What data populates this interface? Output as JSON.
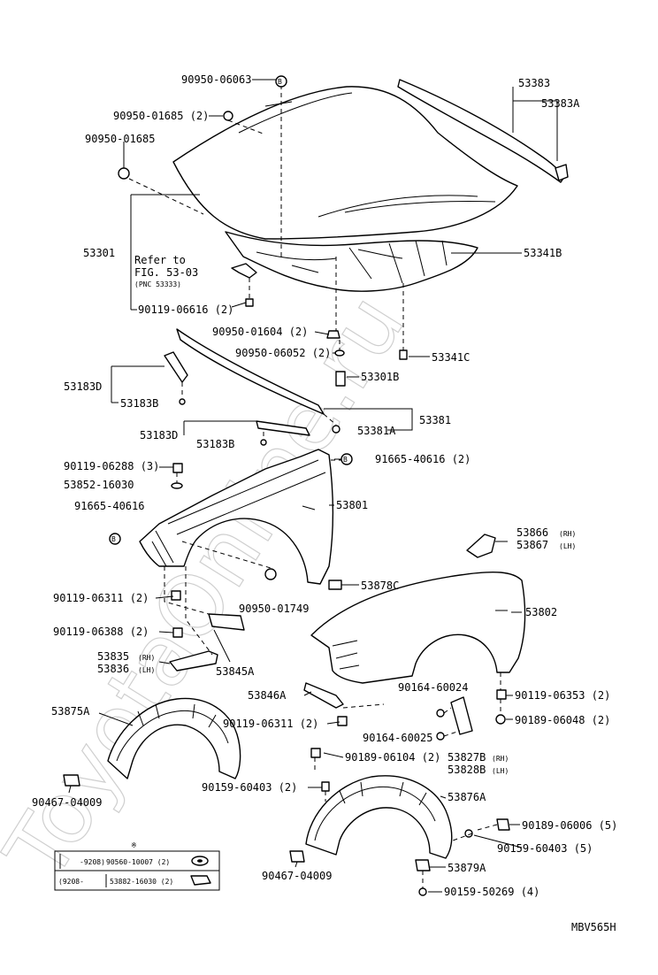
{
  "watermark": "ToyotaOnline.ru",
  "drawing_code": "MBV565H",
  "circle_ref": "B",
  "labels": {
    "p90950_06063": "90950-06063",
    "p90950_01685_2": "90950-01685 (2)",
    "p90950_01685": "90950-01685",
    "p53383": "53383",
    "p53383A": "53383A",
    "p53301": "53301",
    "refer_line1": "Refer to",
    "refer_line2": "FIG. 53-03",
    "refer_line3": "(PNC 53333)",
    "p53341B": "53341B",
    "p90119_06616": "90119-06616 (2)",
    "p90950_01604": "90950-01604 (2)",
    "p90950_06052": "90950-06052 (2)",
    "p53341C": "53341C",
    "p53183D_a": "53183D",
    "p53183B_a": "53183B",
    "p53301B": "53301B",
    "p53381": "53381",
    "p53183D_b": "53183D",
    "p53381A": "53381A",
    "p53183B_b": "53183B",
    "p90119_06288": "90119-06288 (3)",
    "p91665_40616_2": "91665-40616 (2)",
    "p53852_16030": "53852-16030",
    "p91665_40616": "91665-40616",
    "p53801": "53801",
    "p53866": "53866",
    "p53866_suffix": "(RH)",
    "p53867": "53867",
    "p53867_suffix": "(LH)",
    "p90119_06311_a": "90119-06311 (2)",
    "p90950_01749": "90950-01749",
    "p53878C": "53878C",
    "p53802": "53802",
    "p90119_06388": "90119-06388 (2)",
    "p53835": "53835",
    "p53835_suffix": "(RH)",
    "p53836": "53836",
    "p53836_suffix": "(LH)",
    "p53845A": "53845A",
    "p53846A": "53846A",
    "p90164_60024": "90164-60024",
    "p90119_06353": "90119-06353 (2)",
    "p53875A": "53875A",
    "p90119_06311_b": "90119-06311 (2)",
    "p90164_60025": "90164-60025",
    "p90189_06048": "90189-06048 (2)",
    "p90189_06104": "90189-06104 (2)",
    "p53827B": "53827B",
    "p53827B_suffix": "(RH)",
    "p53828B": "53828B",
    "p53828B_suffix": "(LH)",
    "p90159_60403_2": "90159-60403 (2)",
    "p53876A": "53876A",
    "p90467_04009_a": "90467-04009",
    "p90189_06006": "90189-06006 (5)",
    "p90159_60403_5": "90159-60403 (5)",
    "p90467_04009_b": "90467-04009",
    "p53879A": "53879A",
    "p90159_50269": "90159-50269 (4)"
  },
  "footnote": {
    "marker": "※",
    "row1_range": "-9208)",
    "row1_part": "90560-10007 (2)",
    "row2_range": "(9208-",
    "row2_part": "53882-16030 (2)"
  }
}
